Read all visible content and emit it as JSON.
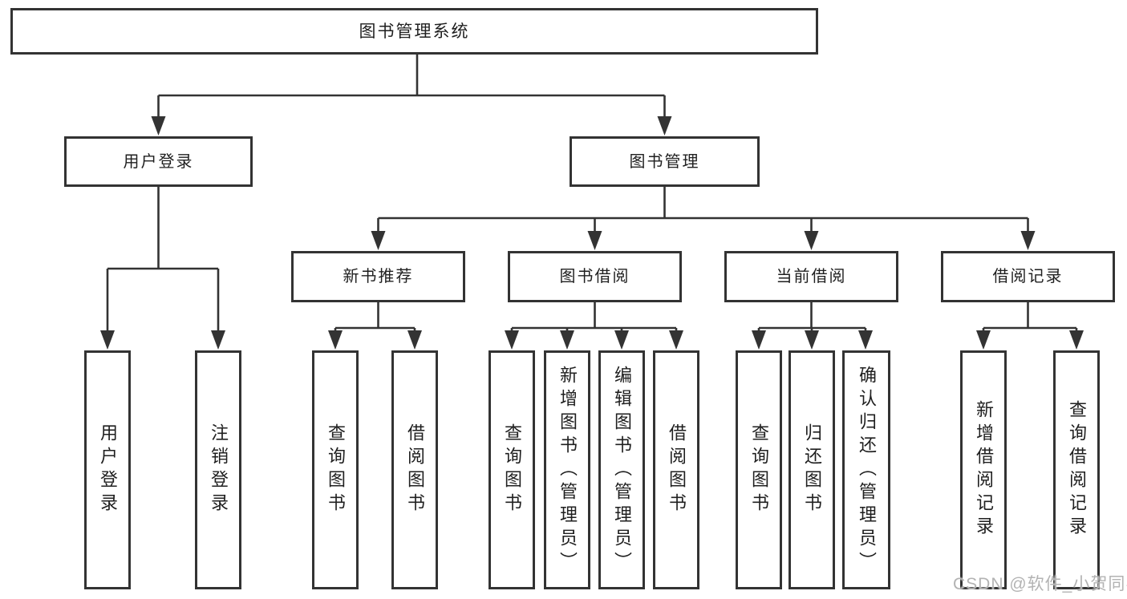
{
  "diagram": {
    "watermark": "CSDN @软件_小贺同学",
    "colors": {
      "line": "#333333",
      "box_border": "#333333",
      "box_fill": "#ffffff",
      "text": "#1f1f1f",
      "watermark": "#b3b3b3",
      "background": "#ffffff"
    },
    "root": {
      "label": "图书管理系统",
      "children": [
        {
          "label": "用户登录",
          "children": [
            {
              "label": "用户登录"
            },
            {
              "label": "注销登录"
            }
          ]
        },
        {
          "label": "图书管理",
          "children": [
            {
              "label": "新书推荐",
              "children": [
                {
                  "label": "查询图书"
                },
                {
                  "label": "借阅图书"
                }
              ]
            },
            {
              "label": "图书借阅",
              "children": [
                {
                  "label": "查询图书"
                },
                {
                  "label": "新增图书（管理员）"
                },
                {
                  "label": "编辑图书（管理员）"
                },
                {
                  "label": "借阅图书"
                }
              ]
            },
            {
              "label": "当前借阅",
              "children": [
                {
                  "label": "查询图书"
                },
                {
                  "label": "归还图书"
                },
                {
                  "label": "确认归还（管理员）"
                }
              ]
            },
            {
              "label": "借阅记录",
              "children": [
                {
                  "label": "新增借阅记录"
                },
                {
                  "label": "查询借阅记录"
                }
              ]
            }
          ]
        }
      ]
    }
  }
}
